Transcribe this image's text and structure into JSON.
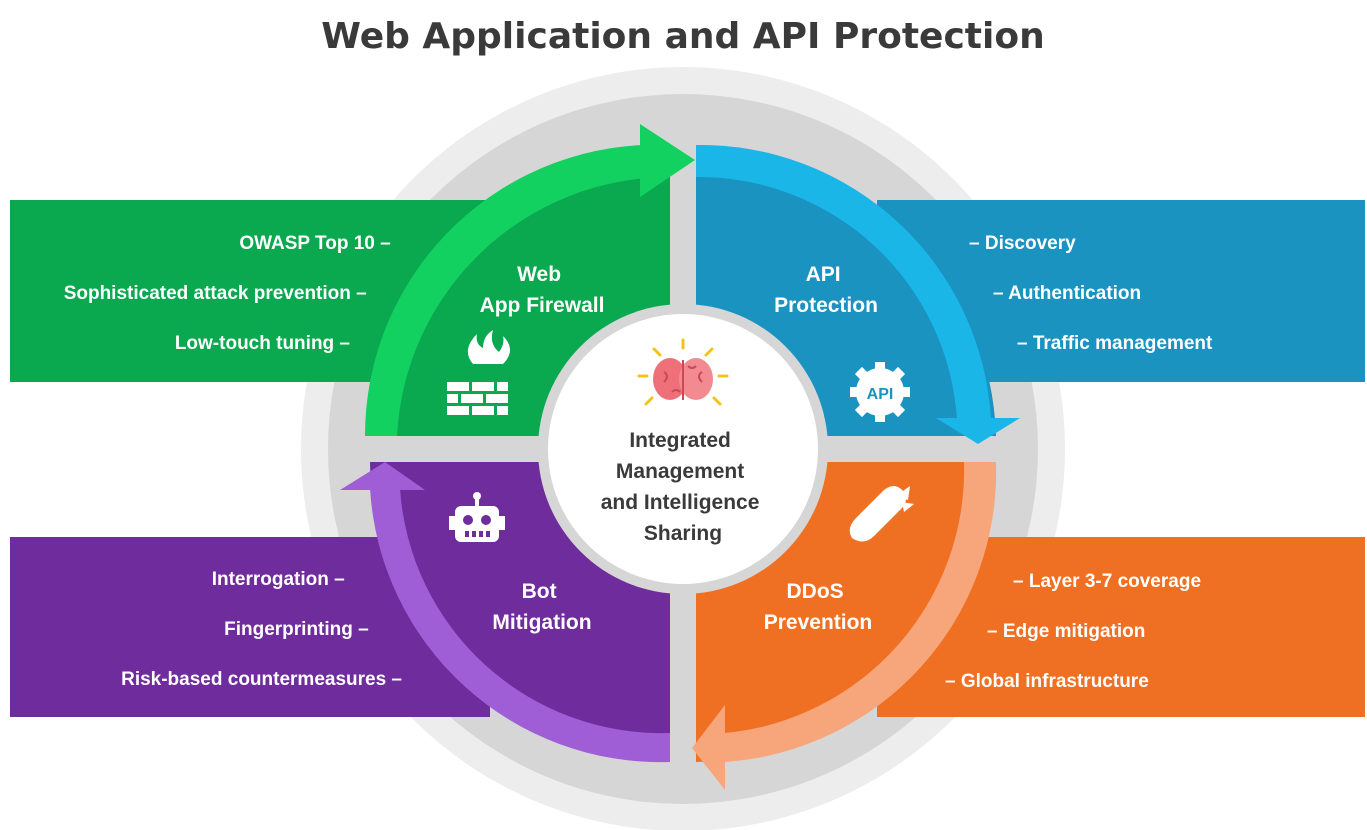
{
  "title": "Web Application and API Protection",
  "center": {
    "lines": [
      "Integrated",
      "Management",
      "and Intelligence",
      "Sharing"
    ]
  },
  "quadrants": {
    "waf": {
      "title_lines": [
        "Web",
        "App Firewall"
      ],
      "items": [
        "OWASP Top 10 –",
        "Sophisticated attack prevention –",
        "Low-touch tuning –"
      ],
      "color": "#0aa84f",
      "arrow_color": "#12d160",
      "icon": "firewall-icon"
    },
    "api": {
      "title_lines": [
        "API",
        "Protection"
      ],
      "items": [
        "– Discovery",
        "– Authentication",
        "– Traffic management"
      ],
      "color": "#1a93c0",
      "arrow_color": "#1bb6e8",
      "icon": "api-gear-icon",
      "icon_text": "API"
    },
    "ddos": {
      "title_lines": [
        "DDoS",
        "Prevention"
      ],
      "items": [
        "– Layer 3-7 coverage",
        "– Edge mitigation",
        "– Global infrastructure"
      ],
      "color": "#f07023",
      "arrow_color": "#f7a67b",
      "icon": "missile-icon"
    },
    "bot": {
      "title_lines": [
        "Bot",
        "Mitigation"
      ],
      "items": [
        "Interrogation –",
        "Fingerprinting –",
        "Risk-based countermeasures –"
      ],
      "color": "#6f2c9c",
      "arrow_color": "#9f5ed6",
      "icon": "robot-icon"
    }
  },
  "colors": {
    "title": "#3a3a3a",
    "outer_ring": "#ececec",
    "inner_ring": "#d4d4d4",
    "center_text": "#3a3a3a"
  }
}
